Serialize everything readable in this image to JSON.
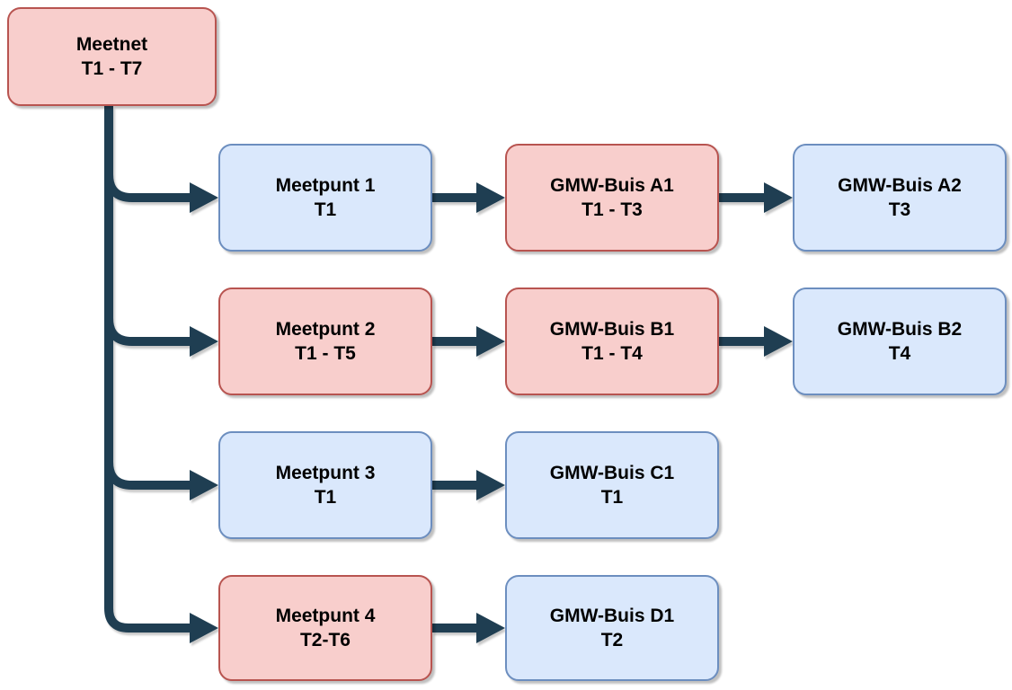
{
  "diagram_type": "flowchart",
  "colors": {
    "background": "#ffffff",
    "connector": "#1f3e52",
    "red_fill": "#f8cecc",
    "red_border": "#b85450",
    "blue_fill": "#dae8fc",
    "blue_border": "#6c8ebf",
    "text": "#000000"
  },
  "nodes": {
    "meetnet": {
      "label": "Meetnet",
      "periods": "T1 - T7",
      "variant": "red"
    },
    "meetpunt1": {
      "label": "Meetpunt 1",
      "periods": "T1",
      "variant": "blue"
    },
    "gmw_a1": {
      "label": "GMW-Buis A1",
      "periods": "T1 - T3",
      "variant": "red"
    },
    "gmw_a2": {
      "label": "GMW-Buis A2",
      "periods": "T3",
      "variant": "blue"
    },
    "meetpunt2": {
      "label": "Meetpunt 2",
      "periods": "T1 - T5",
      "variant": "red"
    },
    "gmw_b1": {
      "label": "GMW-Buis B1",
      "periods": "T1 - T4",
      "variant": "red"
    },
    "gmw_b2": {
      "label": "GMW-Buis B2",
      "periods": "T4",
      "variant": "blue"
    },
    "meetpunt3": {
      "label": "Meetpunt 3",
      "periods": "T1",
      "variant": "blue"
    },
    "gmw_c1": {
      "label": "GMW-Buis C1",
      "periods": "T1",
      "variant": "blue"
    },
    "meetpunt4": {
      "label": "Meetpunt 4",
      "periods": "T2-T6",
      "variant": "red"
    },
    "gmw_d1": {
      "label": "GMW-Buis D1",
      "periods": "T2",
      "variant": "blue"
    }
  },
  "edges": [
    {
      "from": "meetnet",
      "to": "meetpunt1"
    },
    {
      "from": "meetnet",
      "to": "meetpunt2"
    },
    {
      "from": "meetnet",
      "to": "meetpunt3"
    },
    {
      "from": "meetnet",
      "to": "meetpunt4"
    },
    {
      "from": "meetpunt1",
      "to": "gmw_a1"
    },
    {
      "from": "gmw_a1",
      "to": "gmw_a2"
    },
    {
      "from": "meetpunt2",
      "to": "gmw_b1"
    },
    {
      "from": "gmw_b1",
      "to": "gmw_b2"
    },
    {
      "from": "meetpunt3",
      "to": "gmw_c1"
    },
    {
      "from": "meetpunt4",
      "to": "gmw_d1"
    }
  ]
}
